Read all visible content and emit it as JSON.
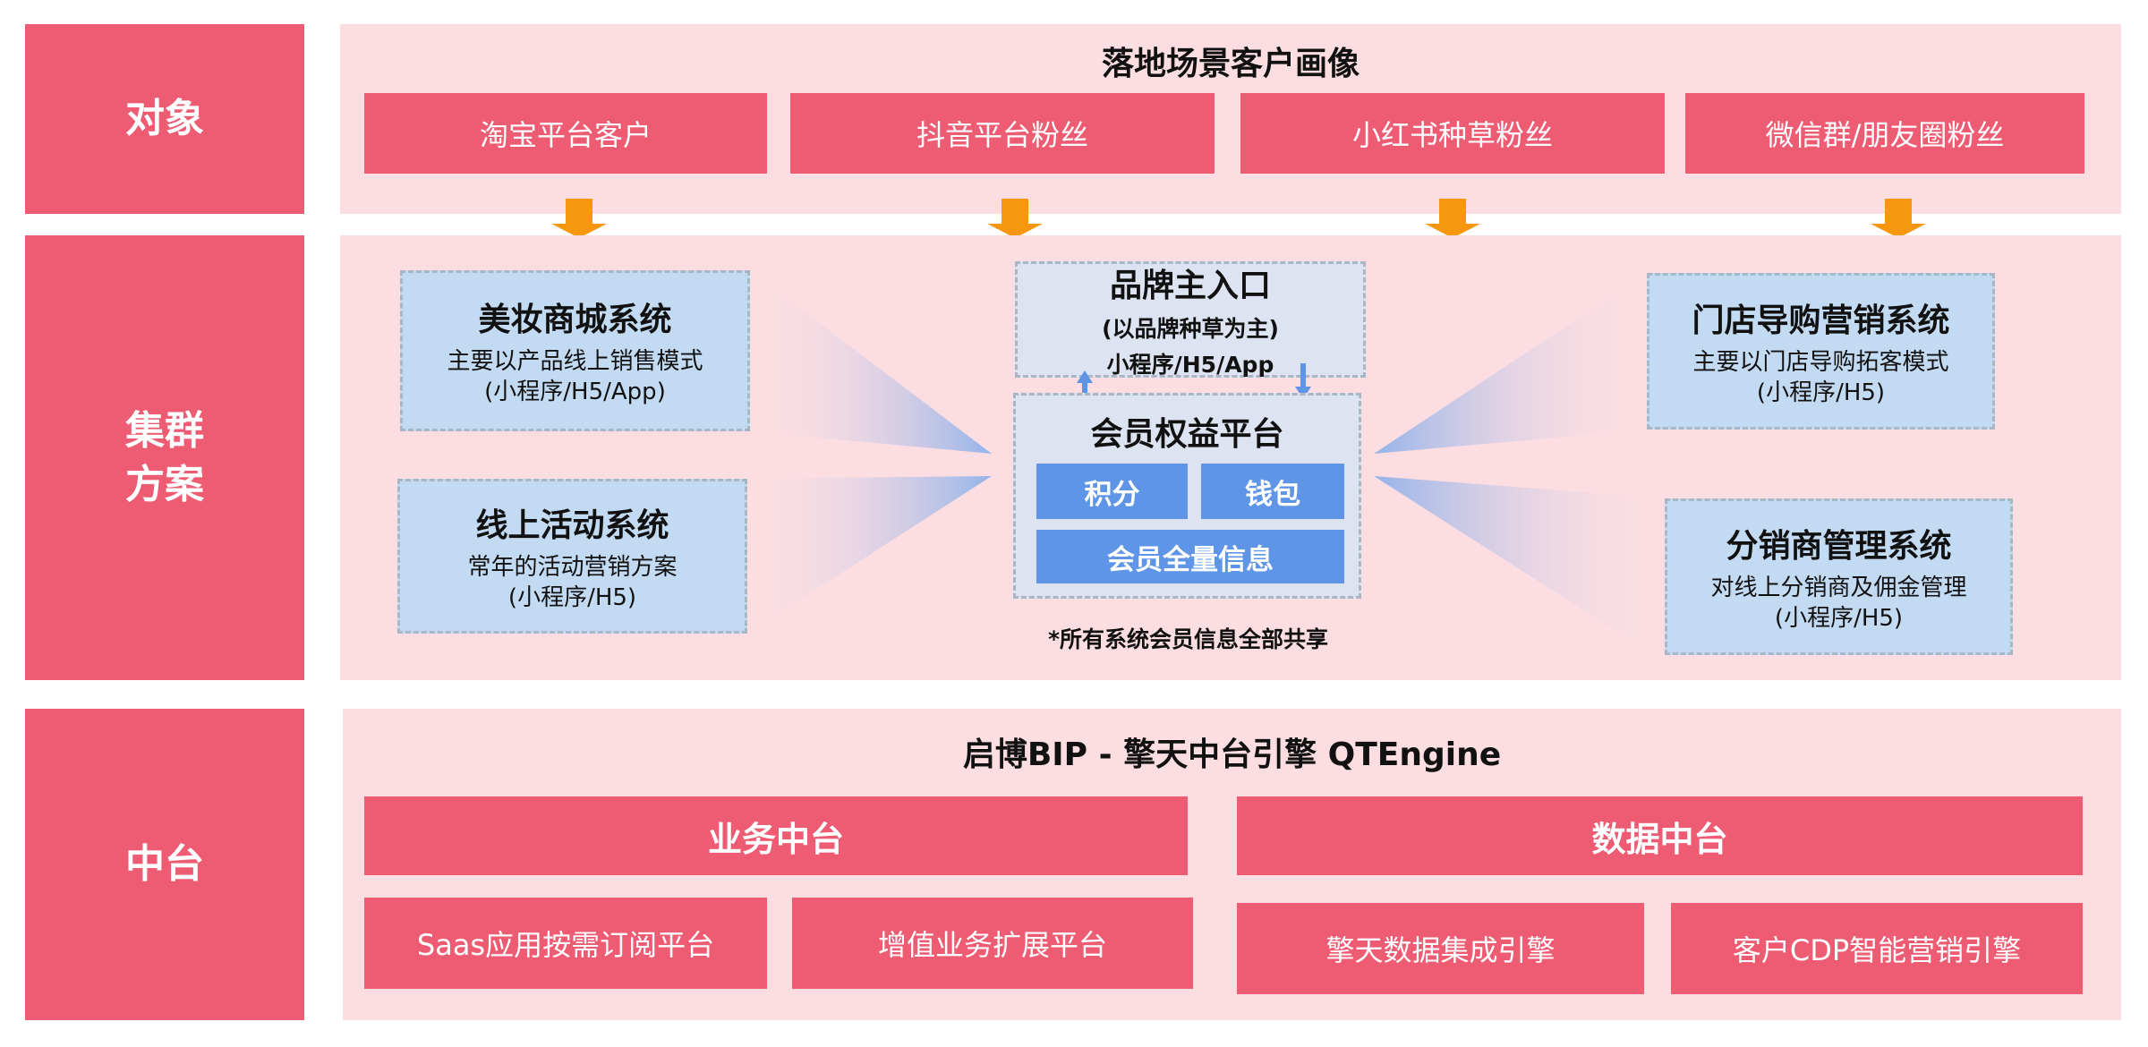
{
  "rows": {
    "objects_label": "对象",
    "cluster_label_line1": "集群",
    "cluster_label_line2": "方案",
    "middle_label": "中台"
  },
  "objects": {
    "title": "落地场景客户画像",
    "items": [
      "淘宝平台客户",
      "抖音平台粉丝",
      "小红书种草粉丝",
      "微信群/朋友圈粉丝"
    ]
  },
  "cluster": {
    "left": [
      {
        "title": "美妆商城系统",
        "line1": "主要以产品线上销售模式",
        "line2": "(小程序/H5/App)"
      },
      {
        "title": "线上活动系统",
        "line1": "常年的活动营销方案",
        "line2": "(小程序/H5)"
      }
    ],
    "right": [
      {
        "title": "门店导购营销系统",
        "line1": "主要以门店导购拓客模式",
        "line2": "(小程序/H5)"
      },
      {
        "title": "分销商管理系统",
        "line1": "对线上分销商及佣金管理",
        "line2": "(小程序/H5)"
      }
    ],
    "brand": {
      "title": "品牌主入口",
      "line1": "(以品牌种草为主)",
      "line2": "小程序/H5/App"
    },
    "member": {
      "title": "会员权益平台",
      "points": "积分",
      "wallet": "钱包",
      "full_info": "会员全量信息"
    },
    "note": "*所有系统会员信息全部共享"
  },
  "middle": {
    "title": "启博BIP - 擎天中台引擎 QTEngine",
    "business": {
      "title": "业务中台",
      "items": [
        "Saas应用按需订阅平台",
        "增值业务扩展平台"
      ]
    },
    "data": {
      "title": "数据中台",
      "items": [
        "擎天数据集成引擎",
        "客户CDP智能营销引擎"
      ]
    }
  },
  "colors": {
    "red": "#ed5c73",
    "pink": "#fcdee2",
    "blue_card": "#c3daf3",
    "blue_tile": "#5e95e6",
    "arrow": "#f7960f"
  }
}
